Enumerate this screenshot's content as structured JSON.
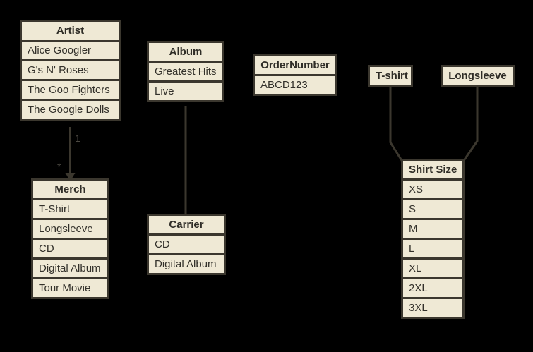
{
  "diagram": {
    "entities": {
      "artist": {
        "title": "Artist",
        "rows": [
          "Alice Googler",
          "G's N' Roses",
          "The Goo Fighters",
          "The Google Dolls"
        ]
      },
      "merch": {
        "title": "Merch",
        "rows": [
          "T-Shirt",
          "Longsleeve",
          "CD",
          "Digital Album",
          "Tour Movie"
        ]
      },
      "album": {
        "title": "Album",
        "rows": [
          "Greatest Hits",
          "Live"
        ]
      },
      "carrier": {
        "title": "Carrier",
        "rows": [
          "CD",
          "Digital Album"
        ]
      },
      "order_number": {
        "title": "OrderNumber",
        "rows": [
          "ABCD123"
        ]
      },
      "tshirt": {
        "title": "T-shirt",
        "rows": []
      },
      "longsleeve": {
        "title": "Longsleeve",
        "rows": []
      },
      "shirt_size": {
        "title": "Shirt Size",
        "rows": [
          "XS",
          "S",
          "M",
          "L",
          "XL",
          "2XL",
          "3XL"
        ]
      }
    },
    "connectors": {
      "artist_to_merch": {
        "type": "arrow",
        "source_multiplicity": "1",
        "target_multiplicity": "*"
      },
      "album_to_carrier": {
        "type": "line"
      },
      "tshirt_to_shirt_size": {
        "type": "line"
      },
      "longsleeve_to_shirt_size": {
        "type": "line"
      }
    },
    "colors": {
      "background": "#000000",
      "box_fill": "#efe9d5",
      "box_border": "#3b372e",
      "line": "#3b372e",
      "text": "#33312b",
      "multiplicity_label": "#4c4942"
    }
  }
}
